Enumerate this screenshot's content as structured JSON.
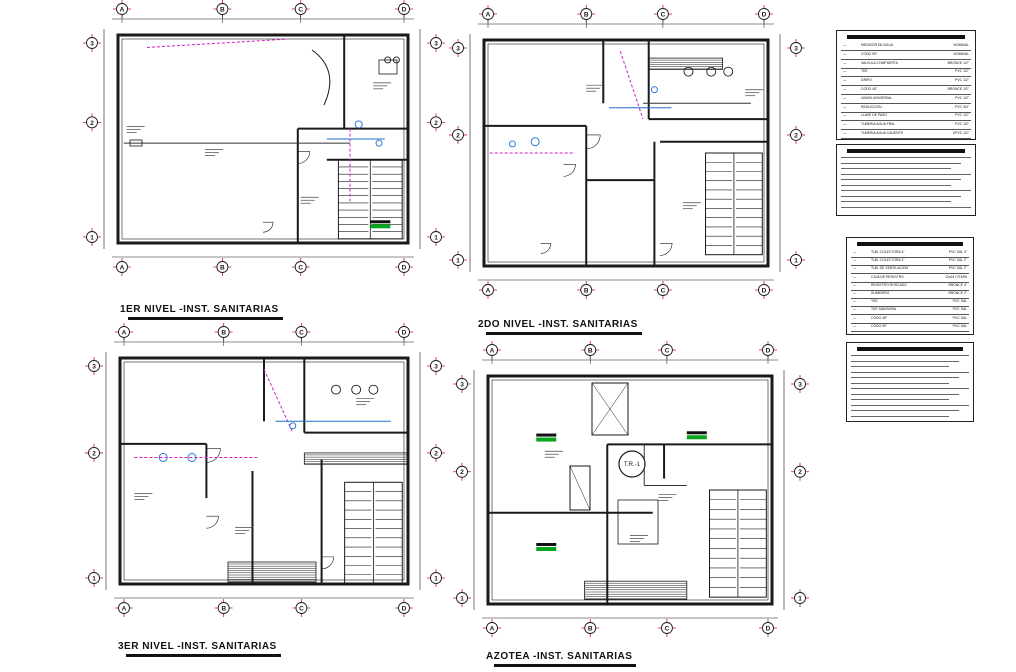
{
  "plans": [
    {
      "id": "p1",
      "title": "1ER NIVEL -INST. SANITARIAS"
    },
    {
      "id": "p2",
      "title": "2DO NIVEL -INST. SANITARIAS"
    },
    {
      "id": "p3",
      "title": "3ER NIVEL -INST. SANITARIAS"
    },
    {
      "id": "p4",
      "title": "AZOTEA -INST. SANITARIAS"
    }
  ],
  "grid_labels": {
    "columns": [
      "A",
      "B",
      "C",
      "D"
    ],
    "rows": [
      "1",
      "2",
      "3"
    ]
  },
  "tank_label": "T.R.-1",
  "legend_water": {
    "rows": [
      "MEDIDOR DE AGUA",
      "CODO 90°",
      "VALVULA COMPUERTA",
      "TEE",
      "GRIFO",
      "CODO 45°",
      "UNION UNIVERSAL",
      "REDUCCION",
      "LLAVE DE PASO",
      "TUBERIA AGUA FRIA",
      "TUBERIA AGUA CALIENTE"
    ],
    "specs": [
      "NOMINAL",
      "NOMINAL",
      "BRONCE 1/2\"",
      "PVC 1/2\"",
      "PVC 1/2\"",
      "BRONCE 1/2\"",
      "PVC 1/2\"",
      "PVC 3/4\"",
      "PVC 1/2\"",
      "PVC 1/2\"",
      "CPVC 1/2\""
    ]
  },
  "legend_drain": {
    "rows": [
      "TUB. COLECTORA 4\"",
      "TUB. COLECTORA 2\"",
      "TUB. DE VENTILACION",
      "CAJA DE REGISTRO",
      "REGISTRO ROSCADO",
      "SUMIDERO",
      "YEE",
      "TEE SANITARIA",
      "CODO 45°",
      "CODO 90°"
    ],
    "specs": [
      "PVC SAL 4\"",
      "PVC SAL 2\"",
      "PVC SAL 2\"",
      "12x24 C/TAPA",
      "BRONCE 4\"",
      "BRONCE 2\"",
      "PVC SAL",
      "PVC SAL",
      "PVC SAL",
      "PVC SAL"
    ]
  }
}
